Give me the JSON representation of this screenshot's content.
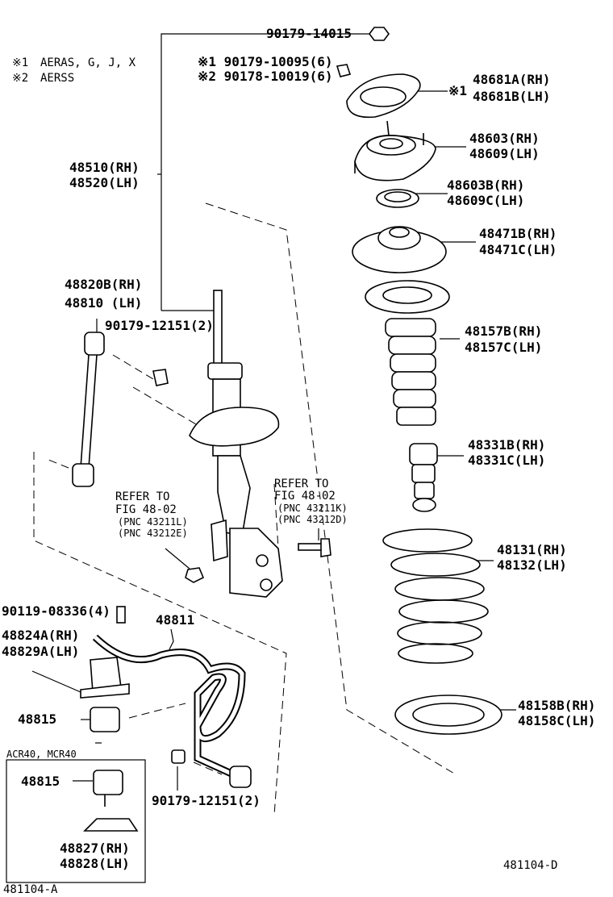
{
  "notes": [
    {
      "mark": "※1",
      "text": "AERAS, G, J, X"
    },
    {
      "mark": "※2",
      "text": "AERSS"
    }
  ],
  "labels": {
    "nut_top": "90179-14015",
    "nut_a1": "※1 90179-10095(6)",
    "nut_a2": "※2 90178-10019(6)",
    "strut_rh": "48510(RH)",
    "strut_lh": "48520(LH)",
    "link_rh": "48820B(RH)",
    "link_lh": "48810  (LH)",
    "link_nut": "90179-12151(2)",
    "ins_rh": "48681A(RH)",
    "ins_lh": "48681B(LH)",
    "ins_mark": "※1",
    "mount_rh": "48603(RH)",
    "mount_lh": "48609(LH)",
    "bearing_rh": "48603B(RH)",
    "bearing_lh": "48609C(LH)",
    "seat_rh": "48471B(RH)",
    "seat_lh": "48471C(LH)",
    "boot_rh": "48157B(RH)",
    "boot_lh": "48157C(LH)",
    "bump_rh": "48331B(RH)",
    "bump_lh": "48331C(LH)",
    "spring_rh": "48131(RH)",
    "spring_lh": "48132(LH)",
    "lower_rh": "48158B(RH)",
    "lower_lh": "48158C(LH)",
    "stab_bar": "48811",
    "bolt": "90119-08336(4)",
    "brk_rh": "48824A(RH)",
    "brk_lh": "48829A(LH)",
    "bush": "48815",
    "box_title": "ACR40, MCR40",
    "box_bush": "48815",
    "box_brk_rh": "48827(RH)",
    "box_brk_lh": "48828(LH)",
    "bar_nut": "90179-12151(2)",
    "ref_l1": "REFER TO",
    "ref_l2": "FIG 48-02",
    "ref_l3": "(PNC 43211L)",
    "ref_l4": "(PNC 43212E)",
    "ref_r1": "REFER TO",
    "ref_r2": "FIG 48-02",
    "ref_r3": "(PNC 43211K)",
    "ref_r4": "(PNC 43212D)",
    "fig_code": "481104-D",
    "fig_code2": "481104-A"
  }
}
